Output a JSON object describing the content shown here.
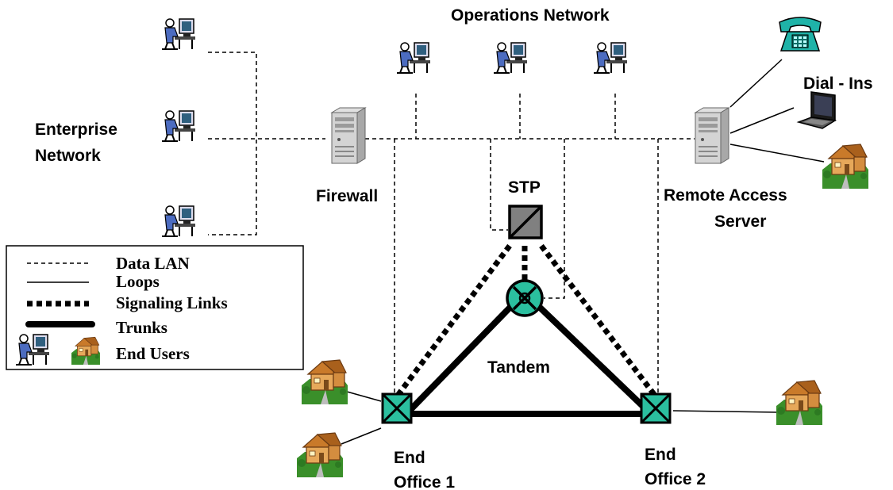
{
  "labels": {
    "operations_network": "Operations Network",
    "dial_ins": "Dial - Ins",
    "enterprise_line1": "Enterprise",
    "enterprise_line2": "Network",
    "firewall": "Firewall",
    "stp": "STP",
    "remote_access_line1": "Remote Access",
    "remote_access_line2": "Server",
    "tandem": "Tandem",
    "end_office_1_line1": "End",
    "end_office_1_line2": "Office 1",
    "end_office_2_line1": "End",
    "end_office_2_line2": "Office 2"
  },
  "legend": {
    "data_lan": "Data LAN",
    "loops": "Loops",
    "signaling_links": "Signaling Links",
    "trunks": "Trunks",
    "end_users": "End Users"
  },
  "colors": {
    "switch_fill": "#2bbf9f",
    "stp_fill": "#808080",
    "house_roof": "#c97a2a",
    "house_wall": "#e6a85a",
    "lawn": "#3a8f2a",
    "phone": "#1fb3a8"
  }
}
